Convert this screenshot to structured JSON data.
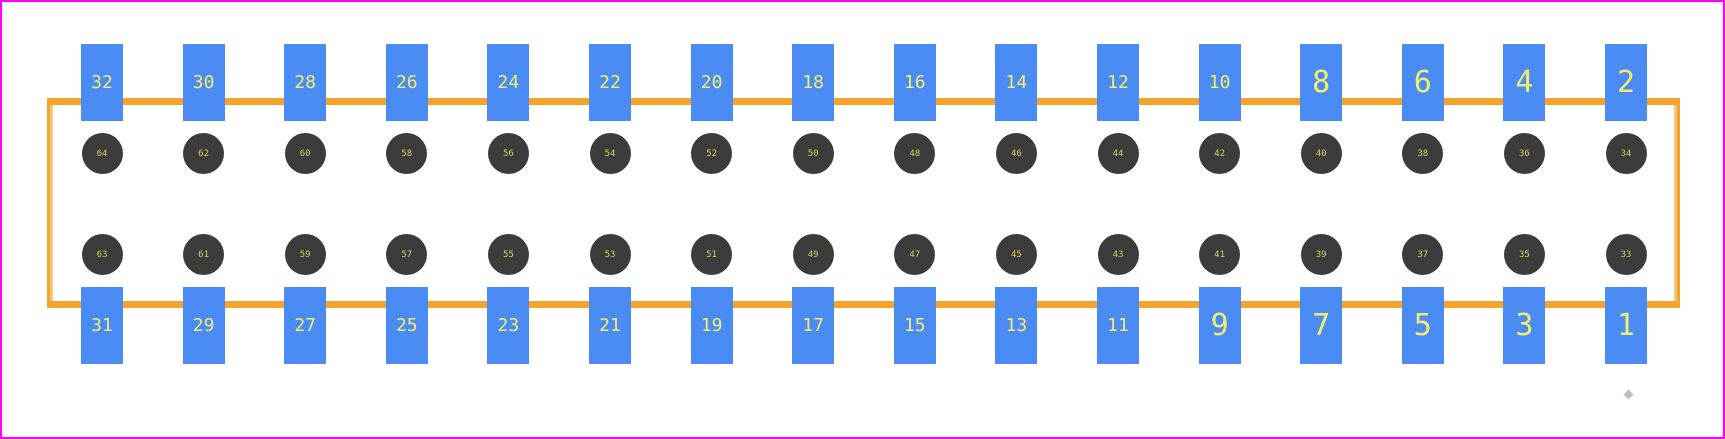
{
  "colors": {
    "border": "#ff00ff",
    "outline": "#f4a32c",
    "pad": "#4a8cf4",
    "pad_text": "#f2ee6b",
    "hole": "#3c3c3c",
    "hole_text": "#d8d060",
    "marker": "#bdbdbd"
  },
  "top_pads": [
    "32",
    "30",
    "28",
    "26",
    "24",
    "22",
    "20",
    "18",
    "16",
    "14",
    "12",
    "10",
    "8",
    "6",
    "4",
    "2"
  ],
  "bottom_pads": [
    "31",
    "29",
    "27",
    "25",
    "23",
    "21",
    "19",
    "17",
    "15",
    "13",
    "11",
    "9",
    "7",
    "5",
    "3",
    "1"
  ],
  "upper_holes": [
    "64",
    "62",
    "60",
    "58",
    "56",
    "54",
    "52",
    "50",
    "48",
    "46",
    "44",
    "42",
    "40",
    "38",
    "36",
    "34"
  ],
  "lower_holes": [
    "63",
    "61",
    "59",
    "57",
    "55",
    "53",
    "51",
    "49",
    "47",
    "45",
    "43",
    "41",
    "39",
    "37",
    "35",
    "33"
  ]
}
